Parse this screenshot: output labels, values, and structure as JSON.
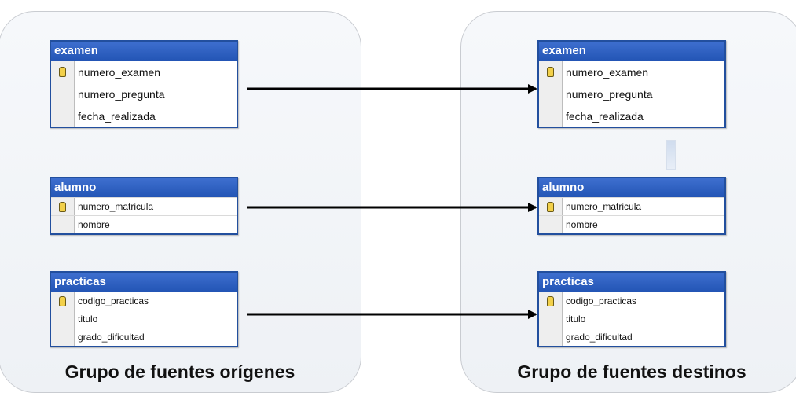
{
  "groups": {
    "source": {
      "label": "Grupo de fuentes orígenes"
    },
    "destination": {
      "label": "Grupo de fuentes destinos"
    }
  },
  "tables": {
    "examen": {
      "name": "examen",
      "columns": [
        {
          "name": "numero_examen",
          "primary_key": true
        },
        {
          "name": "numero_pregunta",
          "primary_key": false
        },
        {
          "name": "fecha_realizada",
          "primary_key": false
        }
      ]
    },
    "alumno": {
      "name": "alumno",
      "columns": [
        {
          "name": "numero_matricula",
          "primary_key": true
        },
        {
          "name": "nombre",
          "primary_key": false
        }
      ]
    },
    "practicas": {
      "name": "practicas",
      "columns": [
        {
          "name": "codigo_practicas",
          "primary_key": true
        },
        {
          "name": "titulo",
          "primary_key": false
        },
        {
          "name": "grado_dificultad",
          "primary_key": false
        }
      ]
    }
  },
  "colors": {
    "table_header": "#2c5fc0",
    "table_border": "#224f9e",
    "arrow": "#000000",
    "group_background": "#f3f5f8"
  }
}
